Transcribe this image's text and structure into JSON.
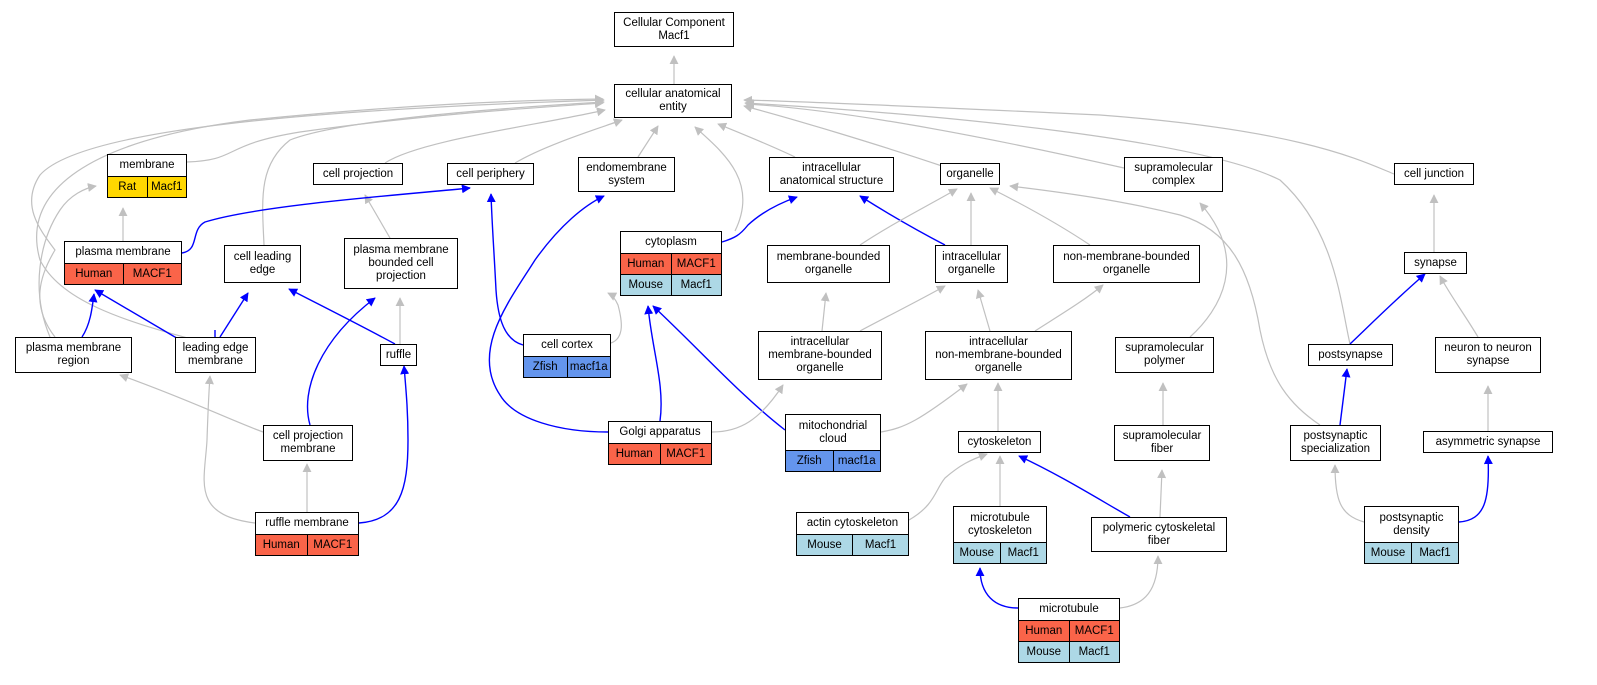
{
  "colors": {
    "gray_edge": "#c0c0c0",
    "blue_edge": "#0000ff",
    "human": "#fa6449",
    "mouse": "#add8e6",
    "rat": "#ffd700",
    "zfish": "#6495ed"
  },
  "nodes": [
    {
      "id": "root",
      "label": "Cellular Component\nMacf1",
      "rows": []
    },
    {
      "id": "cae",
      "label": "cellular anatomical\nentity",
      "rows": []
    },
    {
      "id": "membrane",
      "label": "membrane",
      "rows": [
        [
          {
            "text": "Rat",
            "species": "rat"
          },
          {
            "text": "Macf1",
            "species": "rat"
          }
        ]
      ]
    },
    {
      "id": "cellproj",
      "label": "cell projection",
      "rows": []
    },
    {
      "id": "cellperiph",
      "label": "cell periphery",
      "rows": []
    },
    {
      "id": "endomem",
      "label": "endomembrane\nsystem",
      "rows": []
    },
    {
      "id": "ias",
      "label": "intracellular\nanatomical structure",
      "rows": []
    },
    {
      "id": "organelle",
      "label": "organelle",
      "rows": []
    },
    {
      "id": "supracomplex",
      "label": "supramolecular\ncomplex",
      "rows": []
    },
    {
      "id": "celljunction",
      "label": "cell junction",
      "rows": []
    },
    {
      "id": "plasmamem",
      "label": "plasma membrane",
      "rows": [
        [
          {
            "text": "Human",
            "species": "human"
          },
          {
            "text": "MACF1",
            "species": "human"
          }
        ]
      ]
    },
    {
      "id": "cellleading",
      "label": "cell leading\nedge",
      "rows": []
    },
    {
      "id": "pmbcp",
      "label": "plasma membrane\nbounded cell\nprojection",
      "rows": []
    },
    {
      "id": "cytoplasm",
      "label": "cytoplasm",
      "rows": [
        [
          {
            "text": "Human",
            "species": "human"
          },
          {
            "text": "MACF1",
            "species": "human"
          }
        ],
        [
          {
            "text": "Mouse",
            "species": "mouse"
          },
          {
            "text": "Macf1",
            "species": "mouse"
          }
        ]
      ]
    },
    {
      "id": "mbo",
      "label": "membrane-bounded\norganelle",
      "rows": []
    },
    {
      "id": "intraorg",
      "label": "intracellular\norganelle",
      "rows": []
    },
    {
      "id": "nmbo",
      "label": "non-membrane-bounded\norganelle",
      "rows": []
    },
    {
      "id": "synapse",
      "label": "synapse",
      "rows": []
    },
    {
      "id": "pmregion",
      "label": "plasma membrane\nregion",
      "rows": []
    },
    {
      "id": "lem",
      "label": "leading edge\nmembrane",
      "rows": []
    },
    {
      "id": "ruffle",
      "label": "ruffle",
      "rows": []
    },
    {
      "id": "cellcortex",
      "label": "cell cortex",
      "rows": [
        [
          {
            "text": "Zfish",
            "species": "zfish"
          },
          {
            "text": "macf1a",
            "species": "zfish"
          }
        ]
      ]
    },
    {
      "id": "imbo",
      "label": "intracellular\nmembrane-bounded\norganelle",
      "rows": []
    },
    {
      "id": "inmbo",
      "label": "intracellular\nnon-membrane-bounded\norganelle",
      "rows": []
    },
    {
      "id": "suprapolymer",
      "label": "supramolecular\npolymer",
      "rows": []
    },
    {
      "id": "postsynapse",
      "label": "postsynapse",
      "rows": []
    },
    {
      "id": "n2n",
      "label": "neuron to neuron\nsynapse",
      "rows": []
    },
    {
      "id": "cpm",
      "label": "cell projection\nmembrane",
      "rows": []
    },
    {
      "id": "golgi",
      "label": "Golgi apparatus",
      "rows": [
        [
          {
            "text": "Human",
            "species": "human"
          },
          {
            "text": "MACF1",
            "species": "human"
          }
        ]
      ]
    },
    {
      "id": "mitocloud",
      "label": "mitochondrial\ncloud",
      "rows": [
        [
          {
            "text": "Zfish",
            "species": "zfish"
          },
          {
            "text": "macf1a",
            "species": "zfish"
          }
        ]
      ]
    },
    {
      "id": "cytoskeleton",
      "label": "cytoskeleton",
      "rows": []
    },
    {
      "id": "suprafiber",
      "label": "supramolecular\nfiber",
      "rows": []
    },
    {
      "id": "psd_spec",
      "label": "postsynaptic\nspecialization",
      "rows": []
    },
    {
      "id": "asymsyn",
      "label": "asymmetric synapse",
      "rows": []
    },
    {
      "id": "rufflemem",
      "label": "ruffle membrane",
      "rows": [
        [
          {
            "text": "Human",
            "species": "human"
          },
          {
            "text": "MACF1",
            "species": "human"
          }
        ]
      ]
    },
    {
      "id": "actin",
      "label": "actin cytoskeleton",
      "rows": [
        [
          {
            "text": "Mouse",
            "species": "mouse"
          },
          {
            "text": "Macf1",
            "species": "mouse"
          }
        ]
      ]
    },
    {
      "id": "mtcyto",
      "label": "microtubule\ncytoskeleton",
      "rows": [
        [
          {
            "text": "Mouse",
            "species": "mouse"
          },
          {
            "text": "Macf1",
            "species": "mouse"
          }
        ]
      ]
    },
    {
      "id": "polyfiber",
      "label": "polymeric cytoskeletal\nfiber",
      "rows": []
    },
    {
      "id": "psd",
      "label": "postsynaptic\ndensity",
      "rows": [
        [
          {
            "text": "Mouse",
            "species": "mouse"
          },
          {
            "text": "Macf1",
            "species": "mouse"
          }
        ]
      ]
    },
    {
      "id": "microtubule",
      "label": "microtubule",
      "rows": [
        [
          {
            "text": "Human",
            "species": "human"
          },
          {
            "text": "MACF1",
            "species": "human"
          }
        ],
        [
          {
            "text": "Mouse",
            "species": "mouse"
          },
          {
            "text": "Macf1",
            "species": "mouse"
          }
        ]
      ]
    }
  ]
}
